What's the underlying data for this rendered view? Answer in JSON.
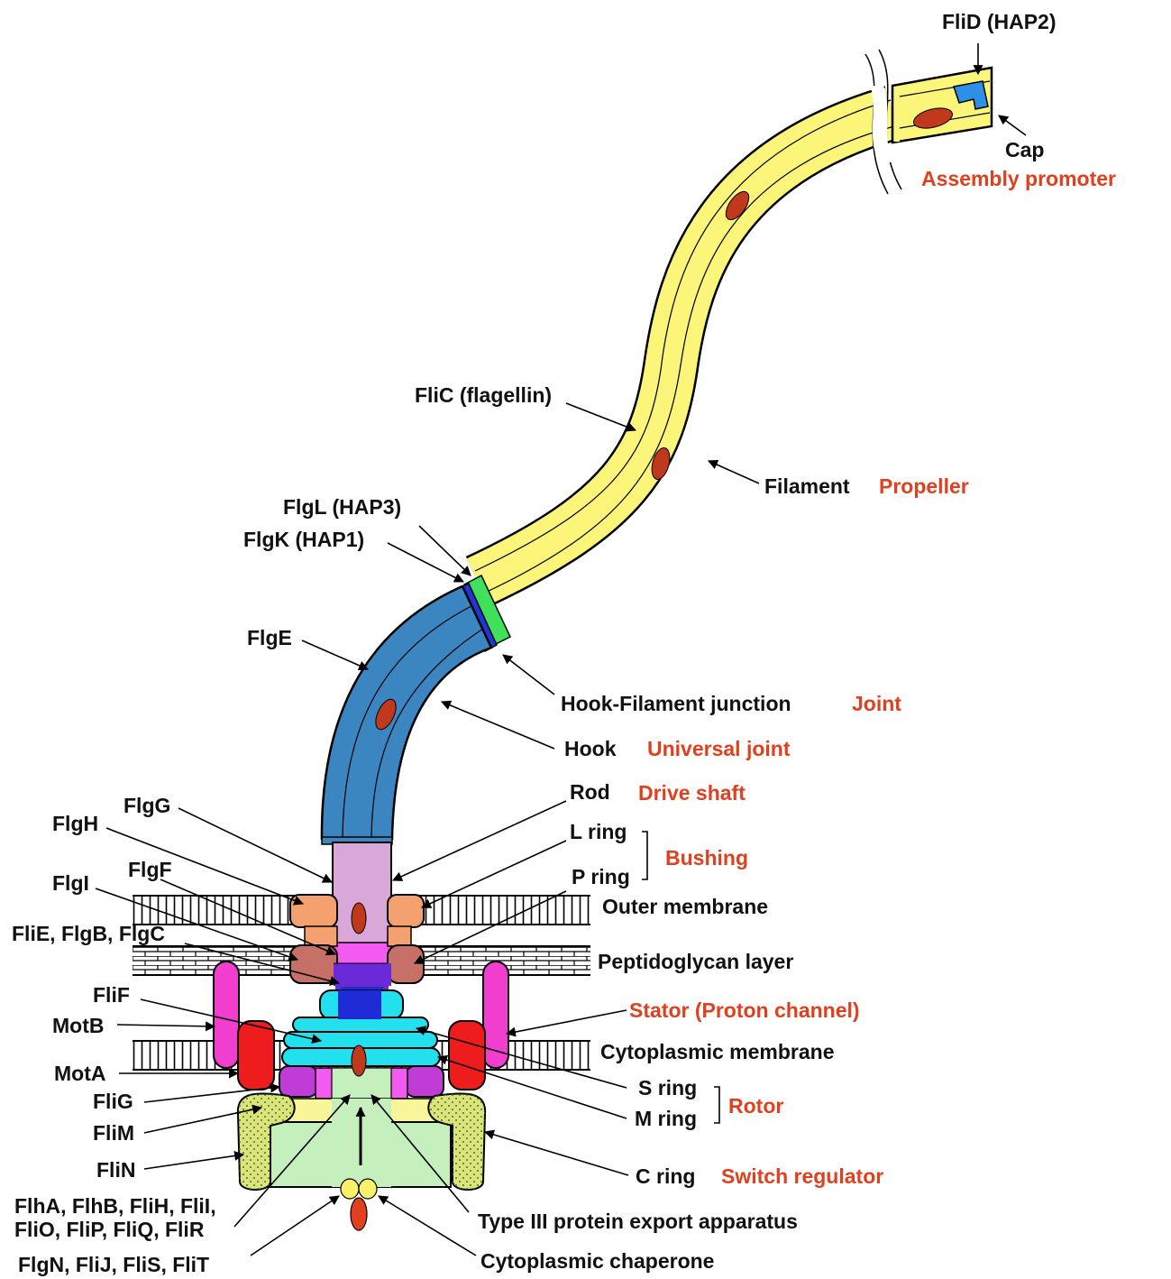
{
  "colors": {
    "filament": "#fbf57a",
    "hook": "#3b85c0",
    "hap3": "#3fe05a",
    "hap1": "#1f37d8",
    "cap": "#2d8fe6",
    "protein_dot": "#c0391c",
    "rod_upper": "#d9a8d8",
    "rod_lower": "#f25af0",
    "export_core": "#1e2bd6",
    "ms_ring": "#22e0ee",
    "l_ring": "#f4a06f",
    "p_ring": "#c77068",
    "motb": "#f23ecf",
    "mota": "#ee1c1c",
    "flig": "#c13cd6",
    "c_ring": "#c5f0bd",
    "flim_flin": "#d9e57a",
    "chaperone_top": "#fbf069",
    "chaperone_bottom": "#e2401e",
    "function_text": "#e0401e",
    "membrane": "#ffffff"
  },
  "labels": {
    "flid": "FliD (HAP2)",
    "cap": "Cap",
    "assembly_promoter": "Assembly promoter",
    "flic": "FliC (flagellin)",
    "filament": "Filament",
    "propeller": "Propeller",
    "flgl": "FlgL (HAP3)",
    "flgk": "FlgK (HAP1)",
    "flge": "FlgE",
    "hook_filament_junction": "Hook-Filament junction",
    "joint": "Joint",
    "hook": "Hook",
    "universal_joint": "Universal joint",
    "rod": "Rod",
    "drive_shaft": "Drive shaft",
    "flgg": "FlgG",
    "flgh": "FlgH",
    "l_ring": "L ring",
    "bushing": "Bushing",
    "flgf": "FlgF",
    "flgi": "FlgI",
    "p_ring": "P ring",
    "outer_membrane": "Outer membrane",
    "flie_flgb_flgc": "FliE, FlgB, FlgC",
    "peptidoglycan_layer": "Peptidoglycan layer",
    "flif": "FliF",
    "stator": "Stator (Proton channel)",
    "motb": "MotB",
    "cytoplasmic_membrane": "Cytoplasmic membrane",
    "mota": "MotA",
    "s_ring": "S ring",
    "flig": "FliG",
    "rotor": "Rotor",
    "m_ring": "M ring",
    "flim": "FliM",
    "flin": "FliN",
    "c_ring": "C ring",
    "switch_regulator": "Switch regulator",
    "export_proteins_line1": "FlhA, FlhB, FliH, FliI,",
    "export_proteins_line2": "FliO, FliP, FliQ, FliR",
    "type3_export": "Type III protein export apparatus",
    "chaperone_proteins": "FlgN, FliJ, FliS, FliT",
    "cytoplasmic_chaperone": "Cytoplasmic chaperone"
  }
}
